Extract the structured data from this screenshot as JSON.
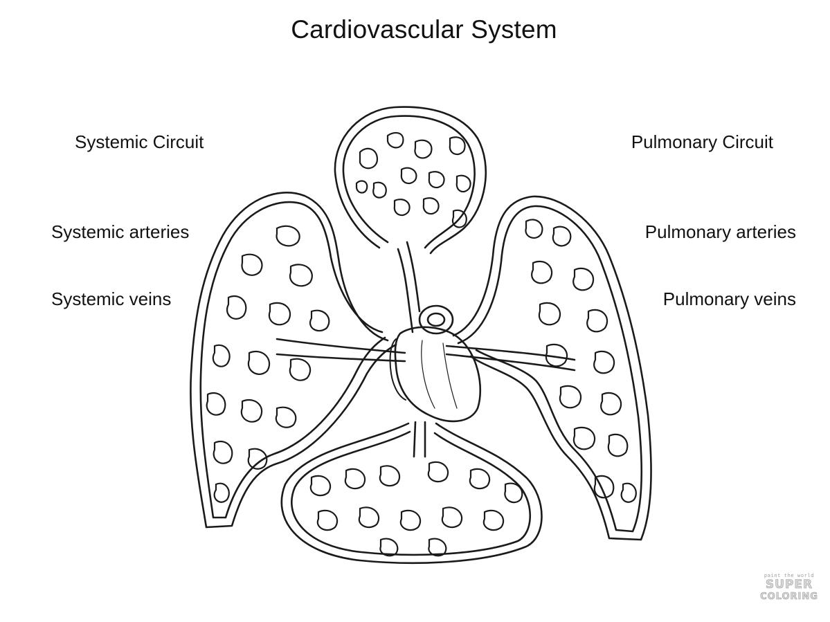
{
  "diagram": {
    "title": "Cardiovascular System",
    "labels": {
      "systemic_circuit": "Systemic Circuit",
      "systemic_arteries": "Systemic arteries",
      "systemic_veins": "Systemic veins",
      "pulmonary_circuit": "Pulmonary Circuit",
      "pulmonary_arteries": "Pulmonary arteries",
      "pulmonary_veins": "Pulmonary veins"
    },
    "line_color": "#1a1a1a"
  },
  "watermark": {
    "tagline": "paint the world",
    "line1": "SUPER",
    "line2": "COLORING"
  }
}
